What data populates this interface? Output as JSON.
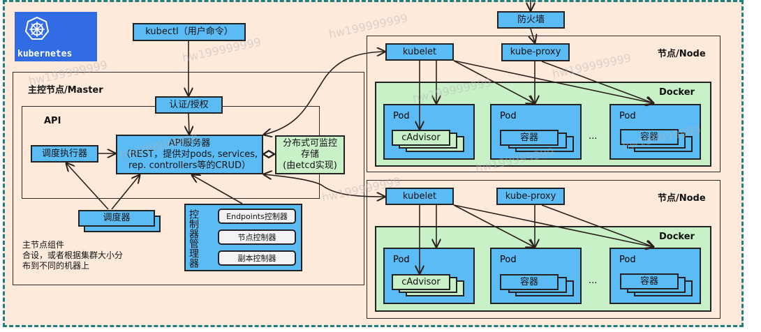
{
  "logo": {
    "text": "kubernetes",
    "icon": "helm-wheel-icon"
  },
  "client": {
    "kubectl": "kubectl（用户命令）",
    "firewall": "防火墙"
  },
  "master": {
    "title": "主控节点/Master",
    "auth": "认证/授权",
    "api_title": "API",
    "api_server": [
      "API服务器",
      "（REST，提供对pods, services,",
      "rep. controllers等的CRUD）"
    ],
    "scheduler_executor": "调度执行器",
    "scheduler": "调度器",
    "etcd": [
      "分布式可监控",
      "存储",
      "(由etcd实现)"
    ],
    "controller_manager": "控制器管理器",
    "controllers": [
      "Endpoints控制器",
      "节点控制器",
      "副本控制器"
    ],
    "note": [
      "主节点组件",
      "合设，或者根据集群大小分",
      "布到不同的机器上"
    ]
  },
  "nodes": [
    {
      "title": "节点/Node",
      "kubelet": "kubelet",
      "kube_proxy": "kube-proxy",
      "docker": "Docker",
      "pods": [
        {
          "label": "Pod",
          "container": "cAdvisor"
        },
        {
          "label": "Pod",
          "container": "容器"
        },
        {
          "label": "Pod",
          "container": "容器"
        }
      ],
      "ellipsis": "..."
    },
    {
      "title": "节点/Node",
      "kubelet": "kubelet",
      "kube_proxy": "kube-proxy",
      "docker": "Docker",
      "pods": [
        {
          "label": "Pod",
          "container": "cAdvisor"
        },
        {
          "label": "Pod",
          "container": "容器"
        },
        {
          "label": "Pod",
          "container": "容器"
        }
      ],
      "ellipsis": "..."
    }
  ],
  "watermark": "hw199999999",
  "colors": {
    "blue": "#5bbcf5",
    "green": "#c9f1c8",
    "background": "#fdeadb",
    "dash": "#1f7f7f",
    "controller": "#f3f3f5"
  }
}
